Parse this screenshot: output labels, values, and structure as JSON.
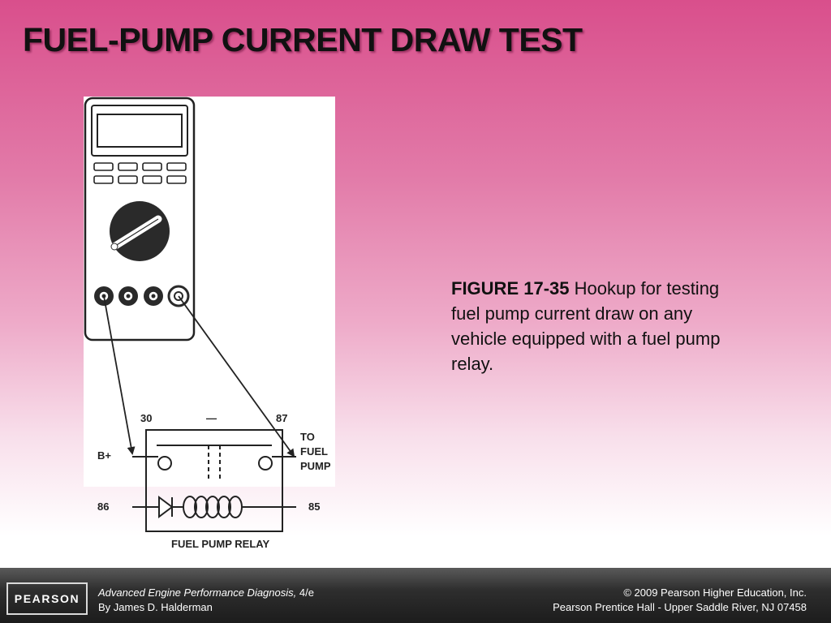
{
  "slide": {
    "title": "FUEL-PUMP CURRENT DRAW TEST",
    "caption": {
      "figure_label": "FIGURE 17-35",
      "text": " Hookup for testing fuel pump current draw on any vehicle equipped with a fuel pump relay."
    }
  },
  "diagram": {
    "relay_title": "FUEL PUMP RELAY",
    "terminal_30": "30",
    "terminal_87": "87",
    "terminal_86": "86",
    "terminal_85": "85",
    "dash_label": "—",
    "b_plus": "B+",
    "to_fuel_line1": "TO",
    "to_fuel_line2": "FUEL",
    "to_fuel_line3": "PUMP"
  },
  "footer": {
    "logo": "PEARSON",
    "book_title": "Advanced Engine Performance Diagnosis,",
    "edition": " 4/e",
    "author": "By James D. Halderman",
    "copyright": "© 2009 Pearson Higher Education, Inc.",
    "publisher": "Pearson Prentice Hall - Upper Saddle River, NJ 07458"
  },
  "colors": {
    "gradient_top": "#d94f8c",
    "gradient_bottom": "#ffffff",
    "footer_dark": "#1c1c1c",
    "ink": "#222222"
  }
}
